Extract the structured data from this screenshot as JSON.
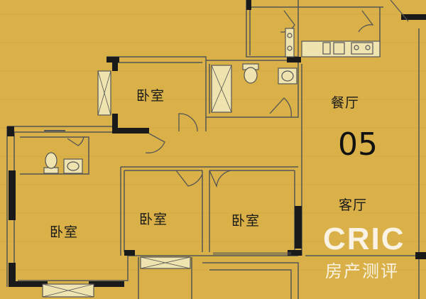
{
  "plan": {
    "unit_number": "05",
    "rooms": {
      "bedroom_top": "卧室",
      "bedroom_left": "卧室",
      "bedroom_middle": "卧室",
      "bedroom_right": "卧室",
      "dining": "餐厅",
      "living": "客厅"
    }
  },
  "watermark": {
    "brand": "CRIC",
    "subtitle": "房产测评"
  },
  "colors": {
    "background": "#d9b148",
    "wall": "#1a1a1a",
    "line": "#555555",
    "fixture": "#efe3b0"
  }
}
